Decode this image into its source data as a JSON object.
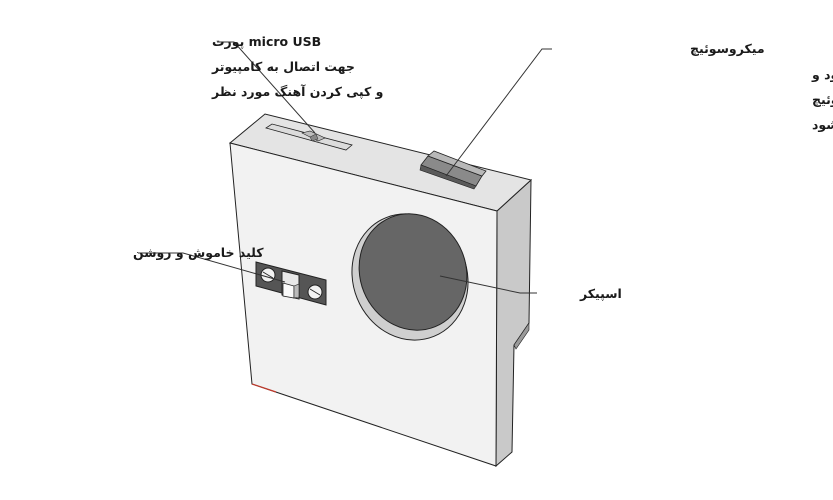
{
  "labels": {
    "usb_port": {
      "line1": "micro USB پورت",
      "line2": "جهت اتصال به کامپیوتر",
      "line3": "و کپی کردن آهنگ مورد نظر"
    },
    "micro_switch": {
      "line1": "میکروسوئیچ",
      "line2": "وقتی درب جعبه باز باشد آهنگ اجرا می شود و",
      "line3": "وقتی درب جعبه بسته باشد روی میکروسوئیچ",
      "line4": "فشار وارد کرده و آهنگ قطع می شود"
    },
    "power_switch": {
      "line1": "کلید خاموش و روشن"
    },
    "speaker": {
      "line1": "اسپیکر"
    }
  },
  "colors": {
    "front_face": "#f2f2f2",
    "side_face": "#c9c9c9",
    "top_face": "#e4e4e4",
    "speaker_cone": "#666666",
    "speaker_rim": "#cfcfcf",
    "outline": "#222222",
    "accent_edge": "#c0392b"
  }
}
